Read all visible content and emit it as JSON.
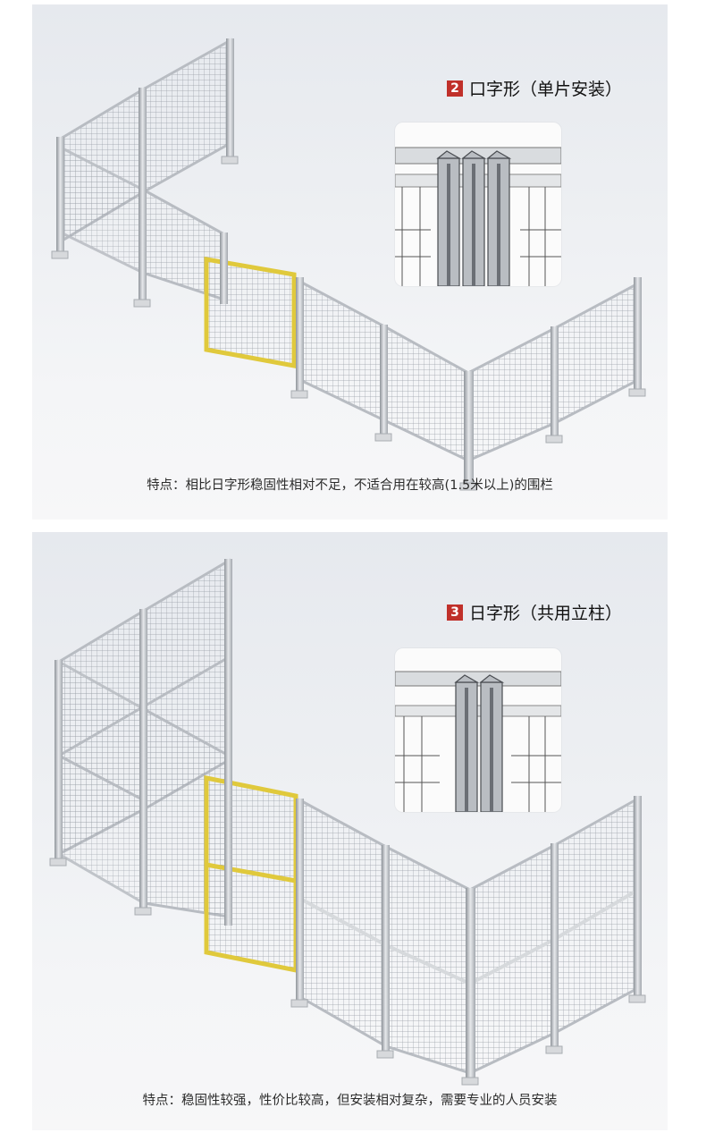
{
  "sections": [
    {
      "badge_number": "2",
      "title": "口字形（单片安装）",
      "caption": "特点：相比日字形稳固性相对不足，不适合用在较高(1.5米以上)的围栏"
    },
    {
      "badge_number": "3",
      "title": "日字形（共用立柱）",
      "caption": "特点：稳固性较强，性价比较高，但安装相对复杂，需要专业的人员安装"
    }
  ],
  "colors": {
    "badge": "#c0302a",
    "door_frame": "#e0c93c",
    "aluminum": "#c9ccd0"
  }
}
